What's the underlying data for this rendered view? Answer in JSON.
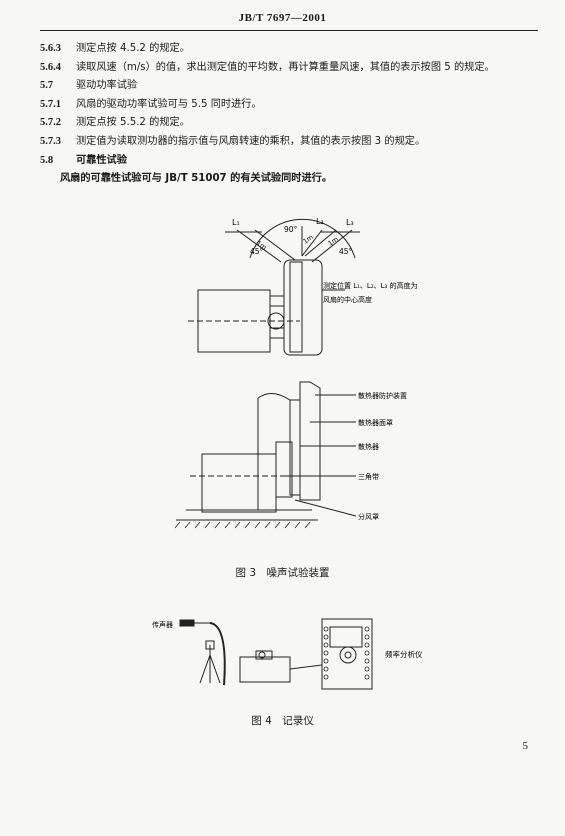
{
  "header": "JB/T 7697—2001",
  "lines": [
    {
      "num": "5.6.3",
      "text": "测定点按 4.5.2 的规定。"
    },
    {
      "num": "5.6.4",
      "text": "读取风速（m/s）的值，求出测定值的平均数，再计算重量风速，其值的表示按图 5 的规定。"
    },
    {
      "num": "5.7",
      "text": "驱动功率试验"
    },
    {
      "num": "5.7.1",
      "text": "风扇的驱动功率试验可与 5.5 同时进行。"
    },
    {
      "num": "5.7.2",
      "text": "测定点按 5.5.2 的规定。"
    },
    {
      "num": "5.7.3",
      "text": "测定值为读取测功器的指示值与风扇转速的乘积，其值的表示按图 3 的规定。"
    },
    {
      "num": "5.8",
      "text": "可靠性试验"
    }
  ],
  "paragraph": "风扇的可靠性试验可与 JB/T 51007 的有关试验同时进行。",
  "fig3": {
    "L1": "L₁",
    "L2": "L₂",
    "L3": "L₃",
    "angle_top": "90°",
    "angle_left": "45°",
    "angle_right": "45°",
    "dist1": "1m",
    "dist2": "1m",
    "dist3": "1m",
    "note_line1": "测定位置 L₁、L₂、L₃ 的高度为",
    "note_line2": "风扇的中心高度",
    "label_guard": "散热器防护装置",
    "label_cover": "散热器面罩",
    "label_radiator": "散热器",
    "label_belt": "三角带",
    "label_shroud": "分风罩",
    "caption": "图 3　噪声试验装置"
  },
  "fig4": {
    "label_mic": "传声器",
    "label_analyzer": "频率分析仪",
    "caption": "图 4　记录仪"
  },
  "page_number": "5"
}
